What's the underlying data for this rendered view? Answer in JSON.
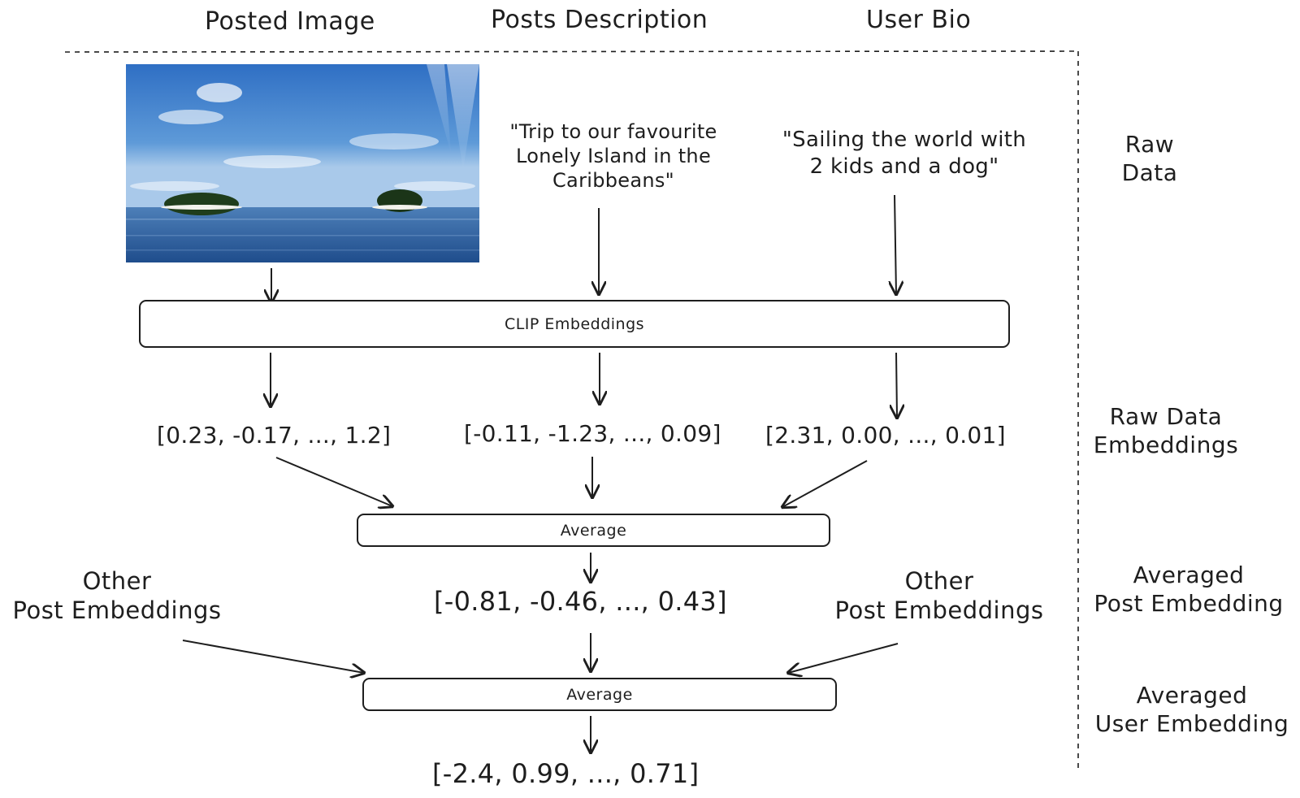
{
  "headers": {
    "posted_image": "Posted Image",
    "posts_description": "Posts Description",
    "user_bio": "User Bio"
  },
  "raw_text": {
    "description_quote": "\"Trip to our favourite\nLonely Island in the\nCaribbeans\"",
    "bio_quote": "\"Sailing the world with\n2 kids and a dog\""
  },
  "boxes": {
    "clip": "CLIP Embeddings",
    "average_posts": "Average",
    "average_user": "Average"
  },
  "vectors": {
    "image_embedding": "[0.23, -0.17, ..., 1.2]",
    "description_embedding": "[-0.11, -1.23, ..., 0.09]",
    "bio_embedding": "[2.31, 0.00, ..., 0.01]",
    "averaged_post": "[-0.81, -0.46, ..., 0.43]",
    "averaged_user": "[-2.4, 0.99, ..., 0.71]"
  },
  "other_posts": {
    "left": "Other\nPost Embeddings",
    "right": "Other\nPost Embeddings"
  },
  "side_labels": {
    "raw_data": "Raw\nData",
    "raw_data_embeddings": "Raw Data\nEmbeddings",
    "averaged_post_embedding": "Averaged\nPost Embedding",
    "averaged_user_embedding": "Averaged\nUser Embedding"
  }
}
